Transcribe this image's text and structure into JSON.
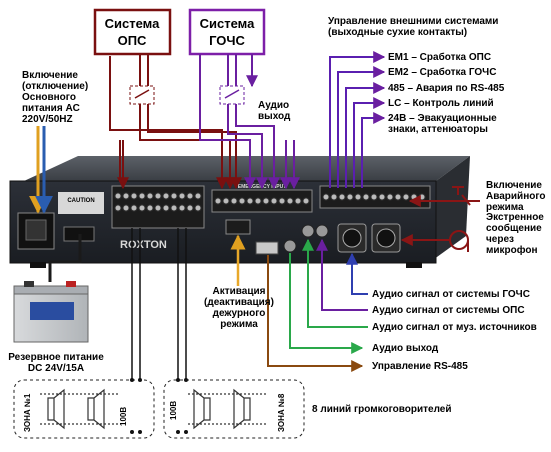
{
  "boxes": {
    "ops": "Система ОПС",
    "gochs": "Система ГОЧС"
  },
  "labels": {
    "power_switch": "Включение (отключение) Основного питания AC 220V/50HZ",
    "audio_out_top": "Аудио выход",
    "external_header": "Управление внешними системами (выходные сухие контакты)",
    "em1": "EM1 – Сработка ОПС",
    "em2": "EM2 – Сработка ГОЧС",
    "rs485_alarm": "485  – Авария по RS-485",
    "lc": "LC  – Контроль линий",
    "v24": "24В – Эвакуационные знаки, аттенюаторы",
    "emergency_mode": "Включение Аварийного режима",
    "emergency_msg": "Экстренное сообщение через микрофон",
    "duty_mode": "Активация (деактивация) дежурного режима",
    "backup_power": "Резервное питание DC 24V/15A",
    "audio_gochs": "Аудио сигнал от системы ГОЧС",
    "audio_ops": "Аудио сигнал от системы ОПС",
    "audio_music": "Аудио сигнал от муз. источников",
    "audio_out": "Аудио выход",
    "rs485_control": "Управление RS-485",
    "speaker_lines": "8 линий громкоговорителей",
    "zone1": "ЗОНА №1",
    "zone8": "ЗОНА №8",
    "v100_left": "100В",
    "v100_right": "100В",
    "brand": "ROXTON",
    "caution": "CAUTION",
    "emergency_input": "EMERGENCY INPUT"
  },
  "colors": {
    "ops": "#7a1010",
    "gochs": "#7d1fa8",
    "power": "#2a5db0",
    "power_in": "#e0a020",
    "duty": "#e8a82a",
    "audio_gochs": "#2f3fb0",
    "audio_ops": "#6a1fa0",
    "audio_music": "#2aa84a",
    "rs485": "#8a4a10",
    "external": "#5a1fb0",
    "emergency": "#8a1515"
  }
}
